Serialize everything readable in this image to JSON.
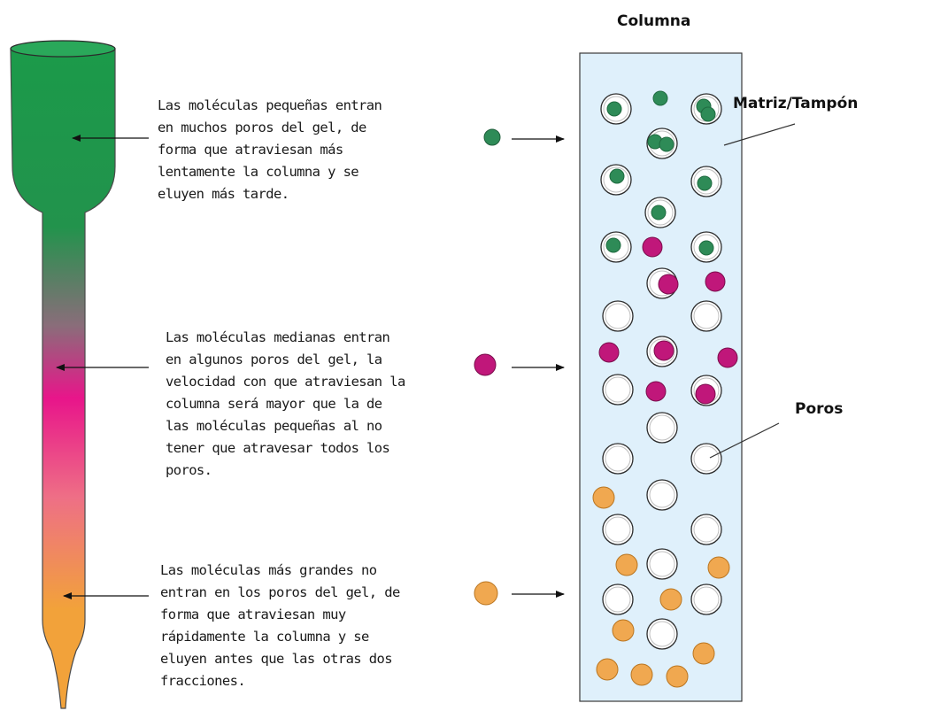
{
  "column_title": "Columna",
  "labels": {
    "matrix": "Matriz/Tampón",
    "pores": "Poros"
  },
  "descriptions": {
    "small": "Las moléculas pequeñas entran\nen muchos poros del gel, de\nforma que atraviesan más\nlentamente la columna y se\neluyen más tarde.",
    "medium": "Las moléculas medianas entran\nen algunos poros del gel, la\nvelocidad con que atraviesan la\ncolumna será mayor que la de\nlas moléculas pequeñas al no\ntener que atravesar todos los\nporos.",
    "large": "Las moléculas más grandes no\nentran en los poros del gel, de\nforma que atraviesan muy\nrápidamente la columna y se\neluyen antes que las otras dos\nfracciones."
  },
  "colors": {
    "small": "#2e8b57",
    "medium": "#c0177a",
    "large": "#f0a850",
    "column_fill": "#dff0fb",
    "tube_top": "#1b9a4a",
    "tube_mid": "#e8158a",
    "tube_bottom": "#f2a23a"
  }
}
